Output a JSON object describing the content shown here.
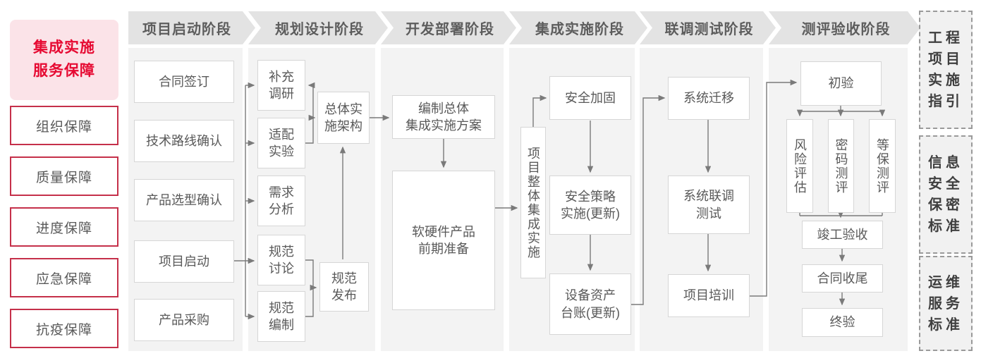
{
  "sidebar": {
    "title": "集成实施\n服务保障",
    "items": [
      "组织保障",
      "质量保障",
      "进度保障",
      "应急保障",
      "抗疫保障"
    ]
  },
  "phases": [
    "项目启动阶段",
    "规划设计阶段",
    "开发部署阶段",
    "集成实施阶段",
    "联调测试阶段",
    "测评验收阶段"
  ],
  "nodes": {
    "contract_signing": "合同签订",
    "tech_route_confirm": "技术路线确认",
    "product_selection_confirm": "产品选型确认",
    "project_kickoff": "项目启动",
    "product_procurement": "产品采购",
    "supplementary_research": "补充\n调研",
    "adaptation_experiment": "适配\n实验",
    "requirement_analysis": "需求\n分析",
    "spec_discussion": "规范\n讨论",
    "spec_compilation": "规范\n编制",
    "overall_impl_architecture": "总体实\n施架构",
    "spec_release": "规范\n发布",
    "compile_overall_plan": "编制总体\n集成实施方案",
    "hw_sw_preparation": "软硬件产品\n前期准备",
    "overall_integration_impl": "项目整体集成实施",
    "security_hardening": "安全加固",
    "security_policy_impl": "安全策略\n实施(更新)",
    "asset_ledger": "设备资产\n台账(更新)",
    "system_migration": "系统迁移",
    "system_joint_test": "系统联调\n测试",
    "project_training": "项目培训",
    "initial_acceptance": "初验",
    "risk_assessment": "风险评估",
    "crypto_evaluation": "密码测评",
    "mlps_evaluation": "等保测评",
    "completion_acceptance": "竣工验收",
    "contract_closure": "合同收尾",
    "final_acceptance": "终验"
  },
  "standards": [
    "工程\n项目\n实施\n指引",
    "信息\n安全\n保密\n标准",
    "运维\n服务\n标准"
  ],
  "colors": {
    "accent_red": "#e60a32",
    "pink_bg": "#fbe3e8",
    "red_border": "#c5304a",
    "panel_gray": "#f3f3f3",
    "header_gray": "#e3e3e3",
    "line_gray": "#7a7a7a"
  }
}
